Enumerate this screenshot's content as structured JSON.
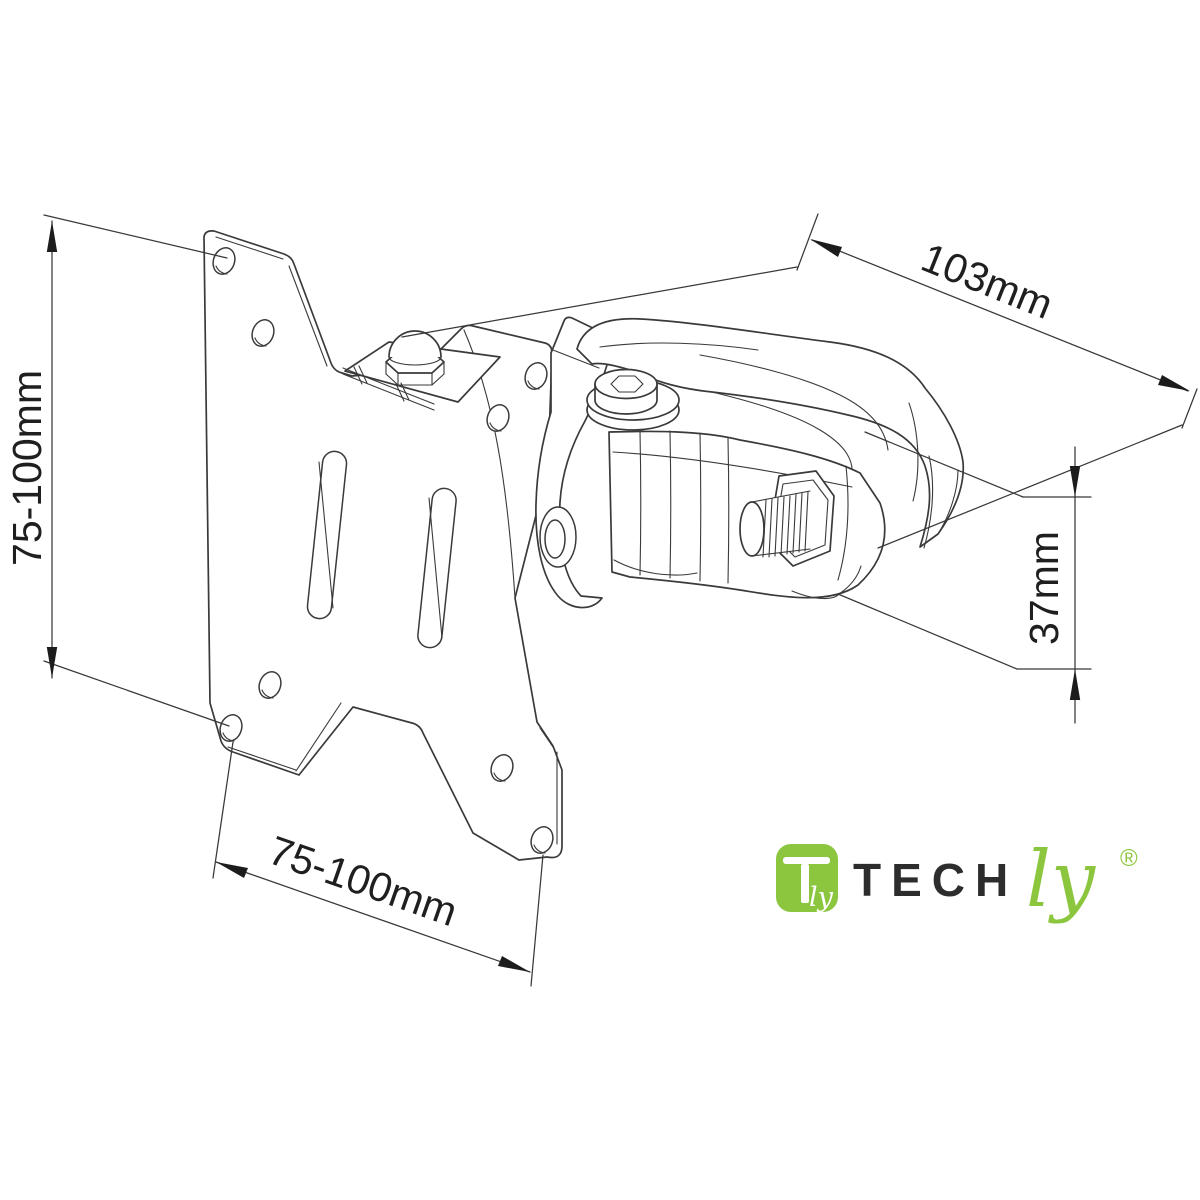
{
  "page": {
    "background": "#ffffff"
  },
  "drawing": {
    "line_color": "#3a3a3a",
    "dim_color": "#383838",
    "text_color": "#1f1f1f",
    "dimensions": {
      "vesa_vertical": {
        "label": "75-100mm"
      },
      "clamp_length": {
        "label": "103mm"
      },
      "clamp_opening": {
        "label": "37mm"
      },
      "vesa_horizontal": {
        "label": "75-100mm"
      }
    }
  },
  "logo": {
    "wordmark": "TECH",
    "suffix": "ly",
    "icon_script": "ly",
    "registered": "®",
    "green": "#8CC63F",
    "dark": "#2D2D2D"
  }
}
